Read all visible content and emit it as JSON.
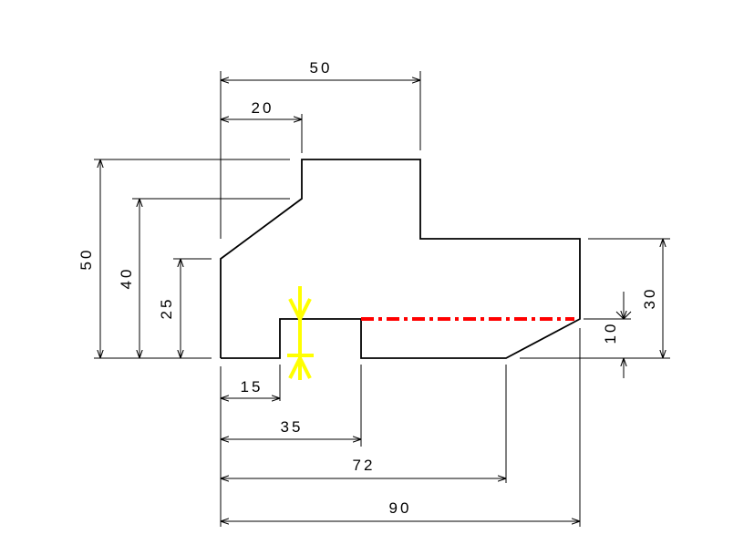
{
  "dimensions": {
    "top_total": "50",
    "top_step": "20",
    "left_total": "50",
    "left_mid": "40",
    "left_low": "25",
    "bottom_15": "15",
    "bottom_35": "35",
    "bottom_72": "72",
    "bottom_90": "90",
    "right_30": "30",
    "right_10": "10"
  },
  "colors": {
    "outline": "#000000",
    "hidden_line": "#ff0000",
    "highlight_marker": "#ffff00"
  }
}
